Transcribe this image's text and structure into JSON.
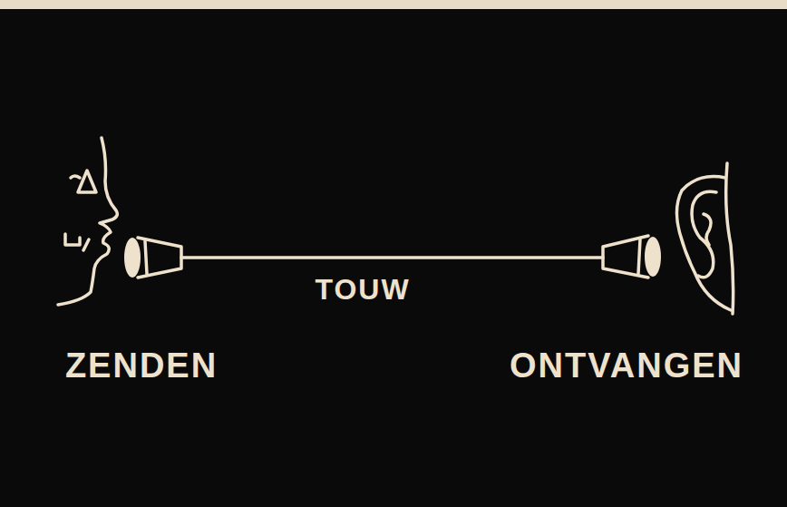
{
  "diagram": {
    "labels": [
      "TOUW",
      "ZENDEN",
      "ONTVANGEN"
    ]
  }
}
